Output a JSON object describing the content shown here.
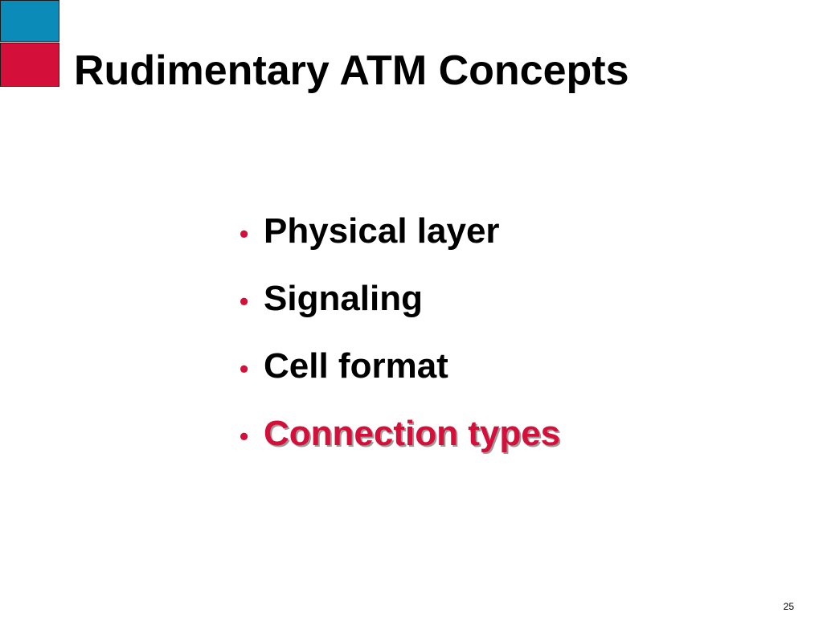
{
  "slide": {
    "title": "Rudimentary ATM Concepts",
    "bullets": [
      {
        "text": "Physical layer",
        "highlighted": false
      },
      {
        "text": "Signaling",
        "highlighted": false
      },
      {
        "text": "Cell format",
        "highlighted": false
      },
      {
        "text": "Connection types",
        "highlighted": true
      }
    ],
    "bullet_symbol": "•",
    "page_number": "25"
  },
  "colors": {
    "logo_top": "#0a8bb8",
    "logo_bottom": "#d40f3a",
    "accent": "#d40f3a",
    "text": "#000000"
  }
}
